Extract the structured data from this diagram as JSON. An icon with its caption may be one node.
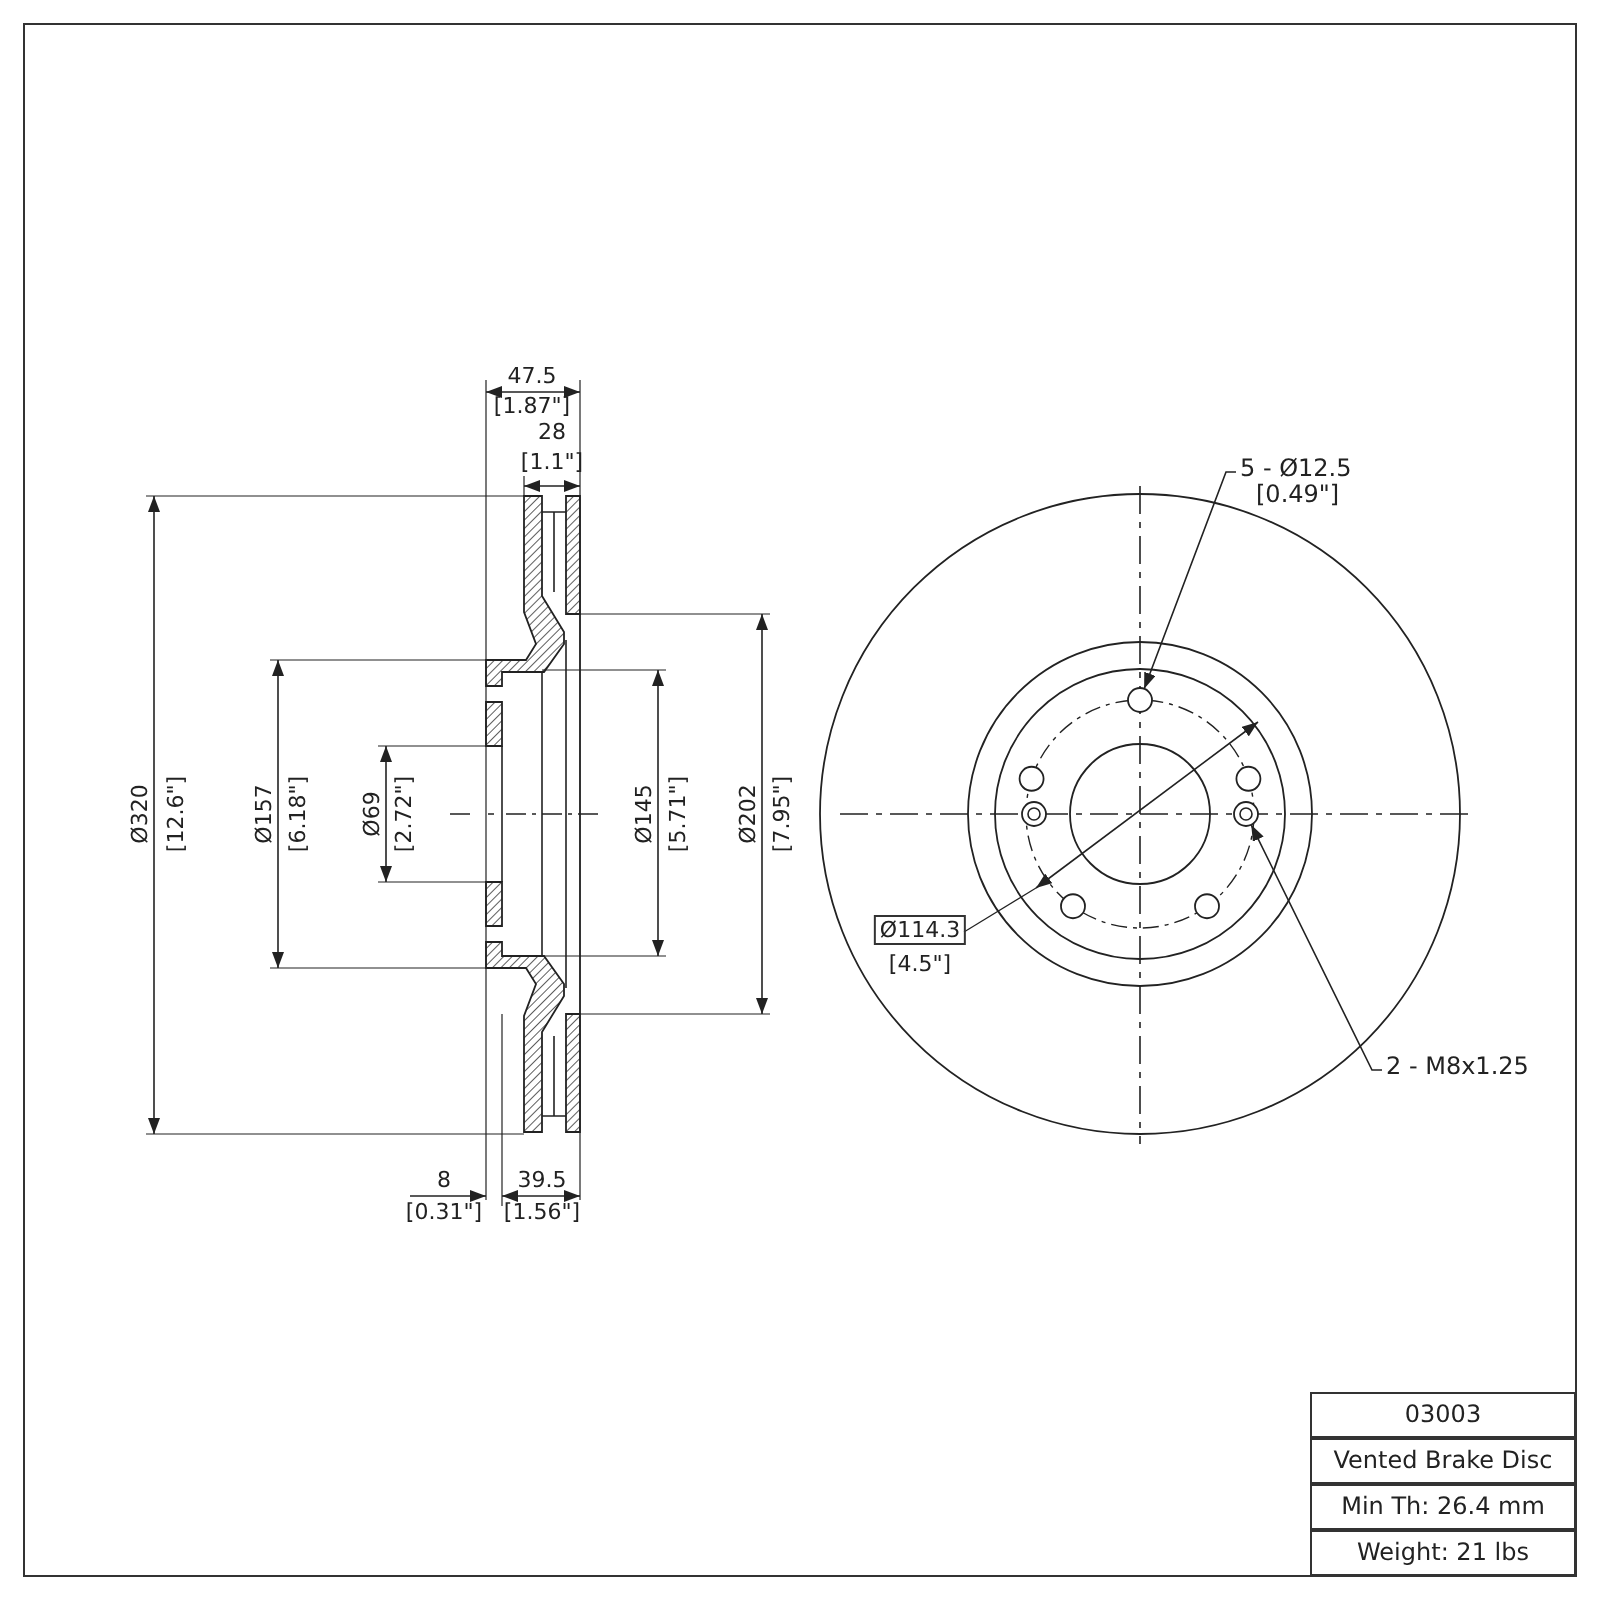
{
  "diagram": {
    "nodes": [
      {
        "text": [
          "5 - Ø12.5",
          "[0.49\"]"
        ]
      },
      {
        "text": [],
        "shape": "circle"
      },
      {
        "text": [
          "2 - M8x1.25"
        ]
      },
      {
        "text": [],
        "shape": "circle"
      }
    ],
    "edges": [
      {
        "from": 0,
        "to": 1,
        "arrow": "to"
      },
      {
        "from": 2,
        "to": 3,
        "arrow": "to"
      }
    ],
    "labels": [
      "47.5",
      "[1.87\"]",
      "28",
      "[1.1\"]",
      "Ø320",
      "[12.6\"]",
      "Ø157",
      "[6.18\"]",
      "Ø69",
      "[2.72\"]",
      "Ø145",
      "[5.71\"]",
      "Ø202",
      "[7.95\"]",
      "8",
      "[0.31\"]",
      "39.5",
      "[1.56\"]",
      "Ø114.3",
      "[4.5\"]",
      "03003",
      "Vented Brake Disc",
      "Min Th: 26.4 mm",
      "Weight: 21 lbs"
    ]
  }
}
